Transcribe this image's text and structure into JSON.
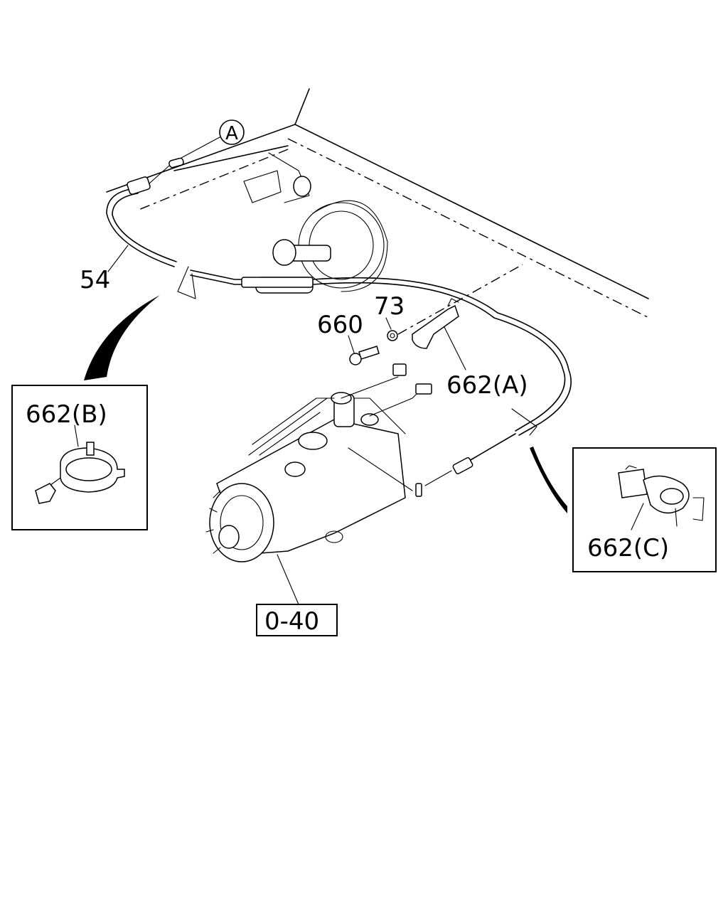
{
  "labels": {
    "ref_a": "A",
    "cable": "54",
    "washer": "73",
    "bolt": "660",
    "bracket_a": "662(A)",
    "bracket_b": "662(B)",
    "bracket_c": "662(C)",
    "pump_ref": "0-40"
  }
}
